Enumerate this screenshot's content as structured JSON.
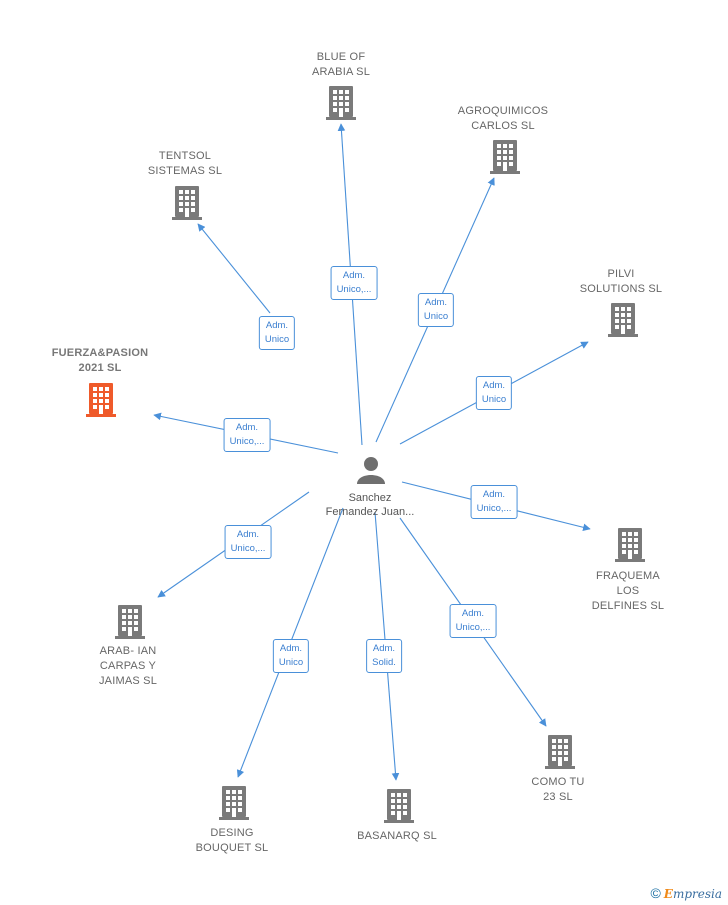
{
  "center": {
    "name": "Sanchez\nFernandez\nJuan..."
  },
  "colors": {
    "edge": "#4a90d9",
    "building": "#7a7a7a",
    "highlight": "#ef5a2a",
    "person": "#6f6f6f"
  },
  "nodes": [
    {
      "id": "blue-of-arabia",
      "label": "BLUE OF\nARABIA  SL",
      "role": "Adm.\nUnico,..."
    },
    {
      "id": "agroquimicos",
      "label": "AGROQUIMICOS\nCARLOS  SL",
      "role": "Adm.\nUnico"
    },
    {
      "id": "tentsol",
      "label": "TENTSOL\nSISTEMAS  SL",
      "role": "Adm.\nUnico"
    },
    {
      "id": "pilvi",
      "label": "PILVI\nSOLUTIONS SL",
      "role": "Adm.\nUnico"
    },
    {
      "id": "fuerza-pasion",
      "label": "FUERZA&PASION\n2021  SL",
      "role": "Adm.\nUnico,...",
      "highlight": true
    },
    {
      "id": "fraquema",
      "label": "FRAQUEMA\nLOS\nDELFINES  SL",
      "role": "Adm.\nUnico,..."
    },
    {
      "id": "arab-ian",
      "label": "ARAB- IAN\nCARPAS Y\nJAIMAS SL",
      "role": "Adm.\nUnico,..."
    },
    {
      "id": "desing-bouquet",
      "label": "DESING\nBOUQUET SL",
      "role": "Adm.\nUnico"
    },
    {
      "id": "basanarq",
      "label": "BASANARQ SL",
      "role": "Adm.\nSolid."
    },
    {
      "id": "como-tu",
      "label": "COMO TU\n23  SL",
      "role": "Adm.\nUnico,..."
    }
  ],
  "footer": {
    "copyright": "©",
    "brand_initial": "E",
    "brand_rest": "mpresia"
  }
}
